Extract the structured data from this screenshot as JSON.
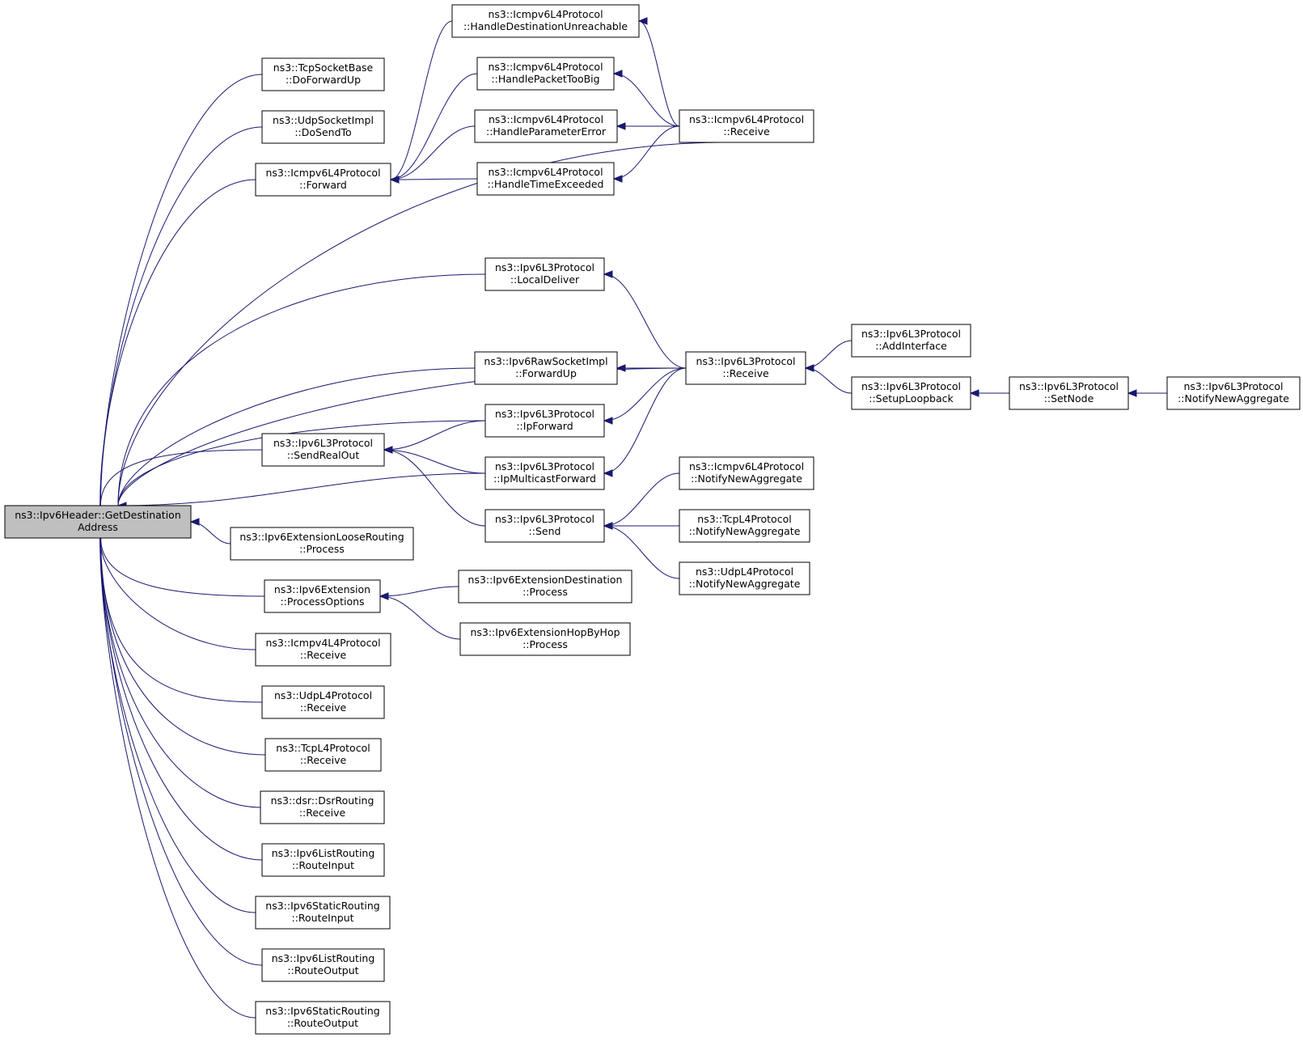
{
  "colors": {
    "edge": "#191970",
    "root_fill": "#bfbfbf",
    "node_fill": "#ffffff",
    "node_stroke": "#000000"
  },
  "nodes": [
    {
      "id": "root",
      "lines": [
        "ns3::Ipv6Header::GetDestination",
        "Address"
      ],
      "root": true
    },
    {
      "id": "tcpSockBaseFwdUp",
      "lines": [
        "ns3::TcpSocketBase",
        "::DoForwardUp"
      ]
    },
    {
      "id": "udpSockDoSendTo",
      "lines": [
        "ns3::UdpSocketImpl",
        "::DoSendTo"
      ]
    },
    {
      "id": "icmp6Forward",
      "lines": [
        "ns3::Icmpv6L4Protocol",
        "::Forward"
      ]
    },
    {
      "id": "icmp6DestUnreach",
      "lines": [
        "ns3::Icmpv6L4Protocol",
        "::HandleDestinationUnreachable"
      ]
    },
    {
      "id": "icmp6PktTooBig",
      "lines": [
        "ns3::Icmpv6L4Protocol",
        "::HandlePacketTooBig"
      ]
    },
    {
      "id": "icmp6ParamErr",
      "lines": [
        "ns3::Icmpv6L4Protocol",
        "::HandleParameterError"
      ]
    },
    {
      "id": "icmp6TimeExc",
      "lines": [
        "ns3::Icmpv6L4Protocol",
        "::HandleTimeExceeded"
      ]
    },
    {
      "id": "icmp6Receive",
      "lines": [
        "ns3::Icmpv6L4Protocol",
        "::Receive"
      ]
    },
    {
      "id": "ipv6LocalDeliver",
      "lines": [
        "ns3::Ipv6L3Protocol",
        "::LocalDeliver"
      ]
    },
    {
      "id": "ipv6Receive",
      "lines": [
        "ns3::Ipv6L3Protocol",
        "::Receive"
      ]
    },
    {
      "id": "ipv6AddIface",
      "lines": [
        "ns3::Ipv6L3Protocol",
        "::AddInterface"
      ]
    },
    {
      "id": "ipv6SetupLoop",
      "lines": [
        "ns3::Ipv6L3Protocol",
        "::SetupLoopback"
      ]
    },
    {
      "id": "ipv6SetNode",
      "lines": [
        "ns3::Ipv6L3Protocol",
        "::SetNode"
      ]
    },
    {
      "id": "ipv6NotifyNA",
      "lines": [
        "ns3::Ipv6L3Protocol",
        "::NotifyNewAggregate"
      ]
    },
    {
      "id": "rawFwdUp",
      "lines": [
        "ns3::Ipv6RawSocketImpl",
        "::ForwardUp"
      ]
    },
    {
      "id": "ipv6IpForward",
      "lines": [
        "ns3::Ipv6L3Protocol",
        "::IpForward"
      ]
    },
    {
      "id": "ipv6SendRealOut",
      "lines": [
        "ns3::Ipv6L3Protocol",
        "::SendRealOut"
      ]
    },
    {
      "id": "ipv6IpMcastFwd",
      "lines": [
        "ns3::Ipv6L3Protocol",
        "::IpMulticastForward"
      ]
    },
    {
      "id": "ipv6Send",
      "lines": [
        "ns3::Ipv6L3Protocol",
        "::Send"
      ]
    },
    {
      "id": "icmp6NotifyNA",
      "lines": [
        "ns3::Icmpv6L4Protocol",
        "::NotifyNewAggregate"
      ]
    },
    {
      "id": "tcp4NotifyNA",
      "lines": [
        "ns3::TcpL4Protocol",
        "::NotifyNewAggregate"
      ]
    },
    {
      "id": "udp4NotifyNA",
      "lines": [
        "ns3::UdpL4Protocol",
        "::NotifyNewAggregate"
      ]
    },
    {
      "id": "extLooseProc",
      "lines": [
        "ns3::Ipv6ExtensionLooseRouting",
        "::Process"
      ]
    },
    {
      "id": "extProcOpts",
      "lines": [
        "ns3::Ipv6Extension",
        "::ProcessOptions"
      ]
    },
    {
      "id": "extDestProc",
      "lines": [
        "ns3::Ipv6ExtensionDestination",
        "::Process"
      ]
    },
    {
      "id": "extHopProc",
      "lines": [
        "ns3::Ipv6ExtensionHopByHop",
        "::Process"
      ]
    },
    {
      "id": "icmp4Receive",
      "lines": [
        "ns3::Icmpv4L4Protocol",
        "::Receive"
      ]
    },
    {
      "id": "udp4Receive",
      "lines": [
        "ns3::UdpL4Protocol",
        "::Receive"
      ]
    },
    {
      "id": "tcp4Receive",
      "lines": [
        "ns3::TcpL4Protocol",
        "::Receive"
      ]
    },
    {
      "id": "dsrReceive",
      "lines": [
        "ns3::dsr::DsrRouting",
        "::Receive"
      ]
    },
    {
      "id": "listRouteIn",
      "lines": [
        "ns3::Ipv6ListRouting",
        "::RouteInput"
      ]
    },
    {
      "id": "staticRouteIn",
      "lines": [
        "ns3::Ipv6StaticRouting",
        "::RouteInput"
      ]
    },
    {
      "id": "listRouteOut",
      "lines": [
        "ns3::Ipv6ListRouting",
        "::RouteOutput"
      ]
    },
    {
      "id": "staticRouteOut",
      "lines": [
        "ns3::Ipv6StaticRouting",
        "::RouteOutput"
      ]
    }
  ],
  "edges": [
    {
      "from": "tcpSockBaseFwdUp",
      "to": "root"
    },
    {
      "from": "udpSockDoSendTo",
      "to": "root"
    },
    {
      "from": "icmp6Forward",
      "to": "root"
    },
    {
      "from": "icmp6Receive",
      "to": "root"
    },
    {
      "from": "ipv6LocalDeliver",
      "to": "root"
    },
    {
      "from": "ipv6Receive",
      "to": "root"
    },
    {
      "from": "rawFwdUp",
      "to": "root"
    },
    {
      "from": "ipv6IpForward",
      "to": "root"
    },
    {
      "from": "ipv6SendRealOut",
      "to": "root"
    },
    {
      "from": "ipv6IpMcastFwd",
      "to": "root"
    },
    {
      "from": "extLooseProc",
      "to": "root"
    },
    {
      "from": "extProcOpts",
      "to": "root"
    },
    {
      "from": "icmp4Receive",
      "to": "root"
    },
    {
      "from": "udp4Receive",
      "to": "root"
    },
    {
      "from": "tcp4Receive",
      "to": "root"
    },
    {
      "from": "dsrReceive",
      "to": "root"
    },
    {
      "from": "listRouteIn",
      "to": "root"
    },
    {
      "from": "staticRouteIn",
      "to": "root"
    },
    {
      "from": "listRouteOut",
      "to": "root"
    },
    {
      "from": "staticRouteOut",
      "to": "root"
    },
    {
      "from": "icmp6DestUnreach",
      "to": "icmp6Forward"
    },
    {
      "from": "icmp6PktTooBig",
      "to": "icmp6Forward"
    },
    {
      "from": "icmp6ParamErr",
      "to": "icmp6Forward"
    },
    {
      "from": "icmp6TimeExc",
      "to": "icmp6Forward"
    },
    {
      "from": "icmp6Receive",
      "to": "icmp6DestUnreach"
    },
    {
      "from": "icmp6Receive",
      "to": "icmp6PktTooBig"
    },
    {
      "from": "icmp6Receive",
      "to": "icmp6ParamErr"
    },
    {
      "from": "icmp6Receive",
      "to": "icmp6TimeExc"
    },
    {
      "from": "ipv6Receive",
      "to": "ipv6LocalDeliver"
    },
    {
      "from": "ipv6Receive",
      "to": "rawFwdUp"
    },
    {
      "from": "ipv6Receive",
      "to": "ipv6IpForward"
    },
    {
      "from": "ipv6Receive",
      "to": "ipv6IpMcastFwd"
    },
    {
      "from": "ipv6AddIface",
      "to": "ipv6Receive"
    },
    {
      "from": "ipv6SetupLoop",
      "to": "ipv6Receive"
    },
    {
      "from": "ipv6SetNode",
      "to": "ipv6SetupLoop"
    },
    {
      "from": "ipv6NotifyNA",
      "to": "ipv6SetNode"
    },
    {
      "from": "ipv6IpForward",
      "to": "ipv6SendRealOut"
    },
    {
      "from": "ipv6IpMcastFwd",
      "to": "ipv6SendRealOut"
    },
    {
      "from": "ipv6Send",
      "to": "ipv6SendRealOut"
    },
    {
      "from": "icmp6NotifyNA",
      "to": "ipv6Send"
    },
    {
      "from": "tcp4NotifyNA",
      "to": "ipv6Send"
    },
    {
      "from": "udp4NotifyNA",
      "to": "ipv6Send"
    },
    {
      "from": "extDestProc",
      "to": "extProcOpts"
    },
    {
      "from": "extHopProc",
      "to": "extProcOpts"
    }
  ]
}
